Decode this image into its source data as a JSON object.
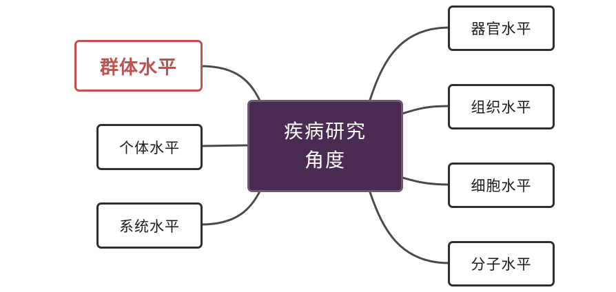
{
  "colors": {
    "center_fill": "#4a2b52",
    "center_text": "#ffffff",
    "highlight": "#c0504d",
    "node_border": "#2e2e2e",
    "connector": "#4a4a4a"
  },
  "center": {
    "line1": "疾病研究",
    "line2": "角度"
  },
  "left_branches": [
    {
      "label": "群体水平",
      "highlighted": true
    },
    {
      "label": "个体水平",
      "highlighted": false
    },
    {
      "label": "系统水平",
      "highlighted": false
    }
  ],
  "right_branches": [
    {
      "label": "器官水平"
    },
    {
      "label": "组织水平"
    },
    {
      "label": "细胞水平"
    },
    {
      "label": "分子水平"
    }
  ]
}
